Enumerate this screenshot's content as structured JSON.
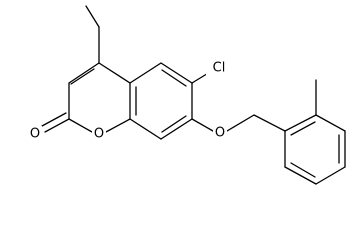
{
  "structure": {
    "atoms": {
      "chlorine": "Cl",
      "ether_oxygen": "O",
      "ring_oxygen": "O",
      "carbonyl_oxygen": "O"
    }
  }
}
